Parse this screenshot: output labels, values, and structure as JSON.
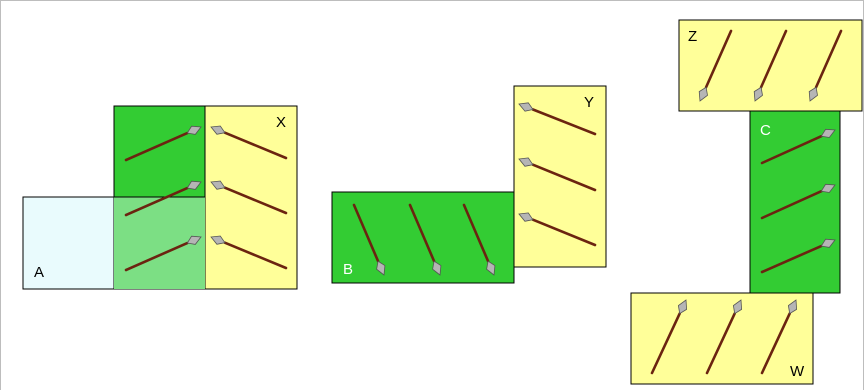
{
  "labels": {
    "A": "A",
    "B": "B",
    "C": "C",
    "X": "X",
    "Y": "Y",
    "Z": "Z",
    "W": "W"
  },
  "colors": {
    "yellow": "#ffff99",
    "green": "#33cc33",
    "overlay_fill": "#e9fbfd",
    "overlay_green": "#7cdf84",
    "arrow_shaft": "#6b2410",
    "arrow_head": "#b5b5b5",
    "label_dark": "#000000",
    "label_light": "#ffffff"
  }
}
